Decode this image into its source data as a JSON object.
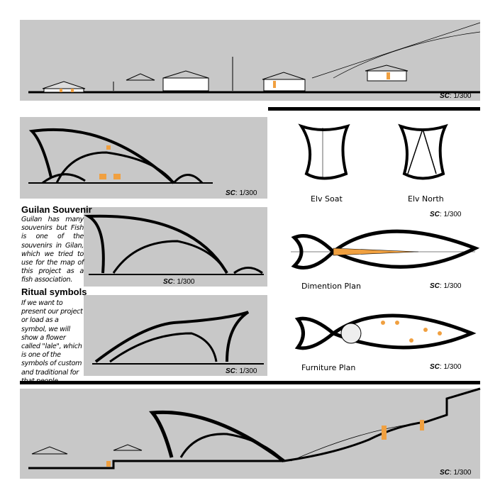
{
  "scale_label_prefix": "SC",
  "scale_label_value": ": 1/300",
  "sections": {
    "guilan_souvenir": {
      "title": "Guilan Souvenir",
      "text": "Guilan has many souvenirs but Fish is one of the souvenirs in Gilan, which we tried to use for the map of this project as a fish association."
    },
    "ritual_symbols": {
      "title": "Ritual symbols",
      "text": "If we want to present our project or load as a symbol, we will show a flower called \"lale\", which is one of the symbols of custom and traditional for that people ."
    }
  },
  "drawings": {
    "elv_south": "Elv Soat",
    "elv_north": "Elv North",
    "dimension_plan": "Dimention Plan",
    "furniture_plan": "Furniture Plan"
  },
  "colors": {
    "panel": "#c8c8c8",
    "accent": "#f0a040"
  }
}
